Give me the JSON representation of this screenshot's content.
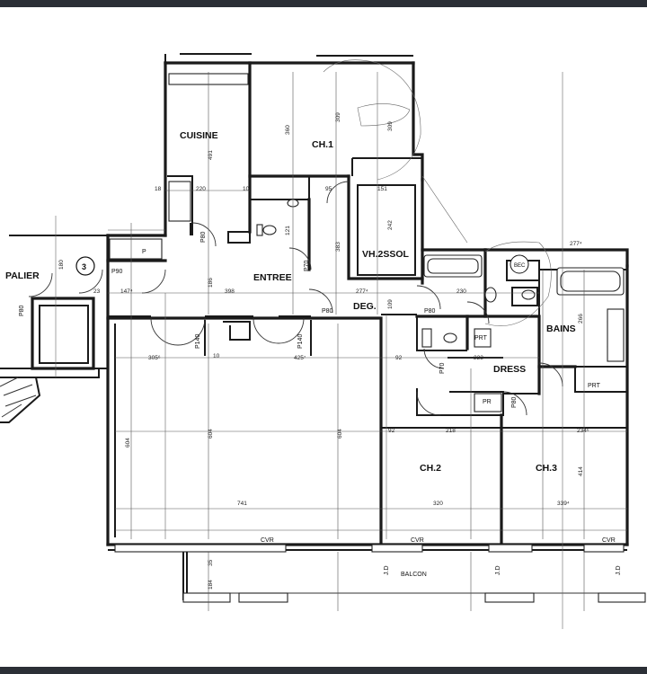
{
  "rooms": {
    "cuisine": "CUISINE",
    "ch1": "CH.1",
    "palier": "PALIER",
    "entree": "ENTREE",
    "deg": "DEG.",
    "vh": "VH.2SSOL",
    "bains": "BAINS",
    "dress": "DRESS",
    "ch2": "CH.2",
    "ch3": "CH.3",
    "balcon": "BALCON"
  },
  "labels": {
    "circle3": "3",
    "bec": "BEC",
    "p": "P",
    "prt1": "PRT",
    "prt2": "PRT",
    "pr": "PR",
    "cvr1": "CVR",
    "cvr2": "CVR",
    "cvr3": "CVR",
    "p80a": "P80",
    "p80b": "P80",
    "p80c": "P80",
    "p80d": "P80",
    "p80e": "P80",
    "p90": "P90",
    "p70a": "P70",
    "p70b": "P70",
    "p140a": "P140",
    "p140b": "P140",
    "jd1": "J.D",
    "jd2": "J.D",
    "jd3": "J.D"
  },
  "dimensions": {
    "d220": "220",
    "d10a": "10",
    "d10b": "10",
    "d95": "95",
    "d151": "151",
    "d18": "18",
    "d2774": "277⁴",
    "d398": "398",
    "d1474": "147⁴",
    "d230": "230",
    "d305": "305⁶",
    "d425": "425⁷",
    "d223": "223",
    "d218": "218",
    "d92a": "92",
    "d92b": "92",
    "d741": "741",
    "d320": "320",
    "d3394": "339⁴",
    "d2774b": "277⁴",
    "d2346": "234⁶",
    "d23": "23",
    "v491": "491",
    "v360": "360",
    "v309a": "309",
    "v309b": "309",
    "v242": "242",
    "v383": "383",
    "v186": "186",
    "v180": "180",
    "v604a": "604",
    "v604b": "604",
    "v604c": "604",
    "v414": "414",
    "v266": "266",
    "v109": "109",
    "v121": "121",
    "v35": "35",
    "v184": "184"
  }
}
